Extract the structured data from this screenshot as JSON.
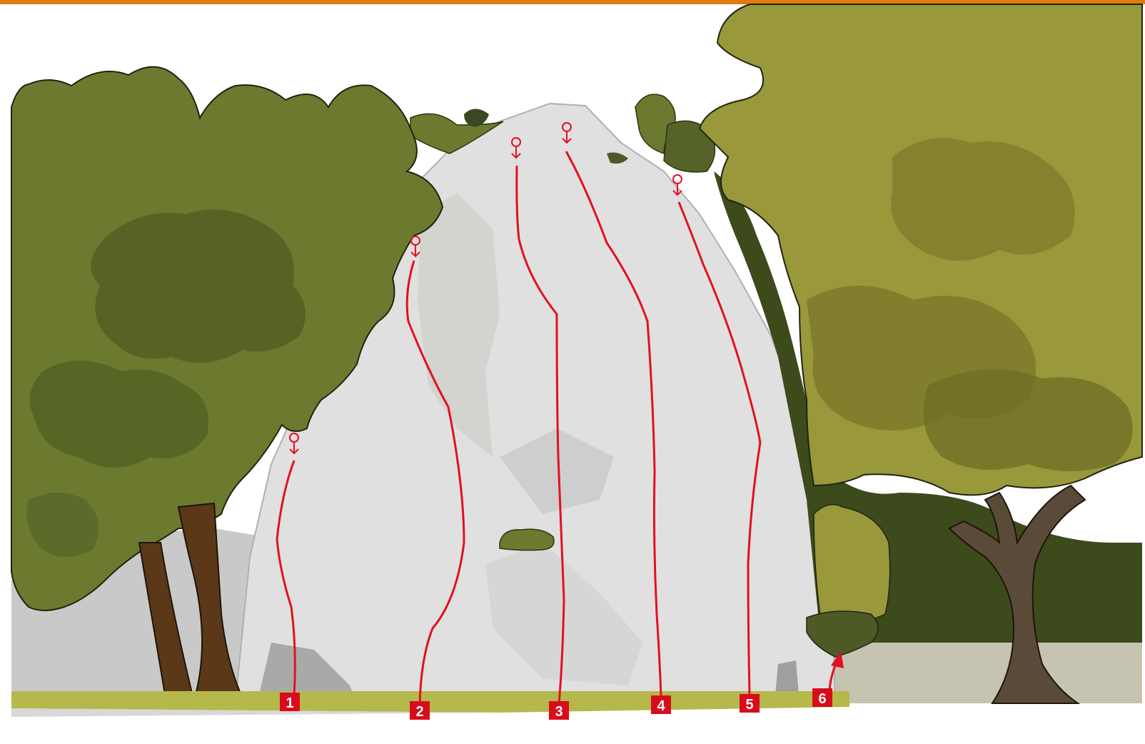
{
  "colors": {
    "header_bar": "#e07b12",
    "route_line": "#e3101f",
    "label_bg": "#d80c1c",
    "label_text": "#ffffff",
    "rock": "#e0e0e0",
    "rock_shadow": "#c6c6c6",
    "tree_left": "#6b7a2e",
    "tree_right": "#99983a",
    "trunk": "#5a3818",
    "ground": "#b5b84a"
  },
  "routes": [
    {
      "number": "1",
      "anchor": "lower-off"
    },
    {
      "number": "2",
      "anchor": "lower-off"
    },
    {
      "number": "3",
      "anchor": "lower-off"
    },
    {
      "number": "4",
      "anchor": "lower-off"
    },
    {
      "number": "5",
      "anchor": "lower-off"
    },
    {
      "number": "6",
      "anchor": "arrow-up"
    }
  ]
}
